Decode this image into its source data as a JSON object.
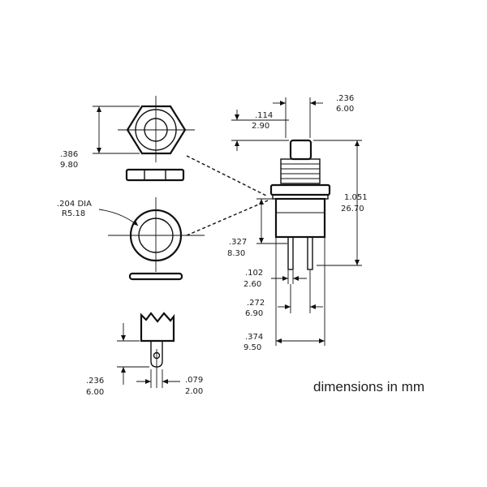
{
  "caption": "dimensions in mm",
  "dimensions": {
    "nut_height": {
      "inch": ".386",
      "mm": "9.80"
    },
    "washer_dia": {
      "inch": ".204 DIA",
      "mm": "R5.18"
    },
    "cap_height": {
      "inch": ".114",
      "mm": "2.90"
    },
    "cap_width": {
      "inch": ".236",
      "mm": "6.00"
    },
    "total_height": {
      "inch": "1.051",
      "mm": "26.70"
    },
    "body_height": {
      "inch": ".327",
      "mm": "8.30"
    },
    "pin_width": {
      "inch": ".102",
      "mm": "2.60"
    },
    "pin_spacing": {
      "inch": ".272",
      "mm": "6.90"
    },
    "body_width": {
      "inch": ".374",
      "mm": "9.50"
    },
    "terminal_length": {
      "inch": ".236",
      "mm": "6.00"
    },
    "terminal_hole": {
      "inch": ".079",
      "mm": "2.00"
    }
  }
}
